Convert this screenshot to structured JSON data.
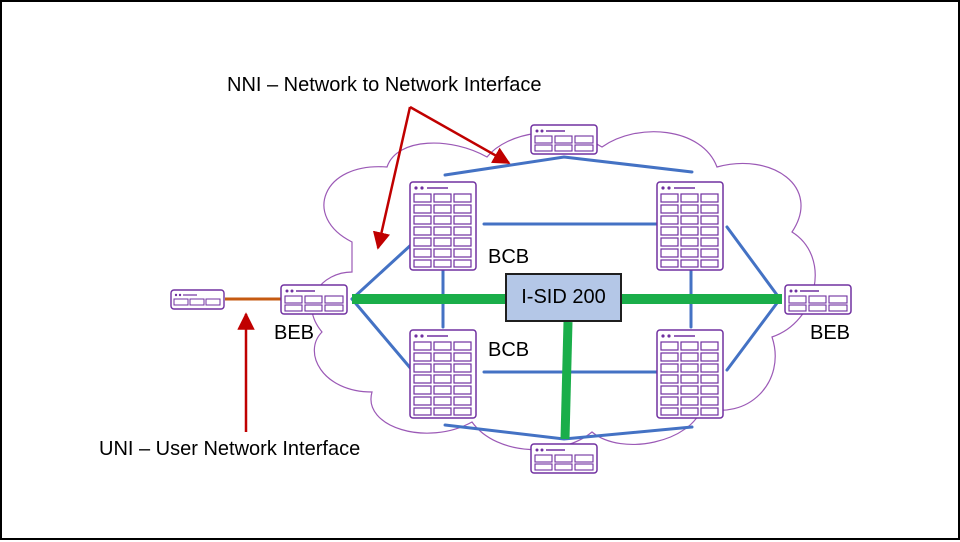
{
  "labels": {
    "nni": "NNI – Network to Network Interface",
    "uni": "UNI – User Network Interface",
    "bcb_top": "BCB",
    "bcb_bottom": "BCB",
    "beb_left": "BEB",
    "beb_right": "BEB",
    "isid": "I-SID 200"
  },
  "colors": {
    "cloud_outline": "#9b59b6",
    "device": "#7030a0",
    "nni_link": "#4472c4",
    "service_path": "#1aae4a",
    "uni_link": "#c55a11",
    "annotation_arrow": "#c00000",
    "isid_fill": "#b4c7e7"
  },
  "icons": {
    "bcb": "switch-chassis-icon",
    "beb": "edge-switch-icon",
    "host": "host-device-icon"
  }
}
